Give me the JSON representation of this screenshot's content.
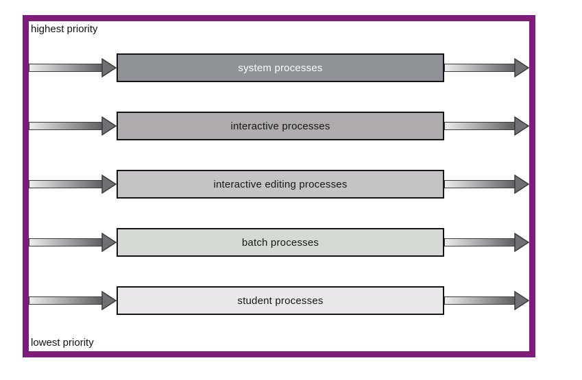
{
  "figure": {
    "top_label": "highest priority",
    "bottom_label": "lowest priority"
  },
  "queues": [
    {
      "label": "system processes",
      "fill": "#8e9296",
      "text_color": "#ffffff"
    },
    {
      "label": "interactive processes",
      "fill": "#afabaf",
      "text_color": "#161616"
    },
    {
      "label": "interactive editing processes",
      "fill": "#c6c3c6",
      "text_color": "#161616"
    },
    {
      "label": "batch processes",
      "fill": "#d5dad4",
      "text_color": "#161616"
    },
    {
      "label": "student processes",
      "fill": "#e9e7e9",
      "text_color": "#161616"
    }
  ],
  "colors": {
    "frame": "#7e1b7c",
    "bar_border": "#141414",
    "arrow_gradient_start": "#edeced",
    "arrow_gradient_end": "#606063",
    "arrow_head_fill": "#6f7073",
    "arrow_outline": "#3a3a3a"
  }
}
